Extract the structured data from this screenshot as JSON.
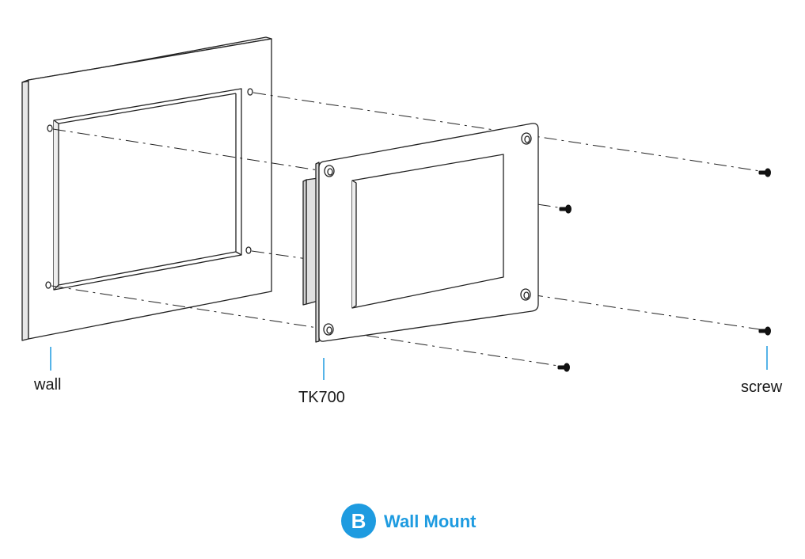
{
  "labels": {
    "wall": "wall",
    "device": "TK700",
    "screw": "screw"
  },
  "caption": {
    "badge": "B",
    "title": "Wall Mount"
  },
  "colors": {
    "accent": "#1e9be0",
    "line": "#222222",
    "fill_white": "#ffffff",
    "fill_gray": "#e8e8e8"
  }
}
